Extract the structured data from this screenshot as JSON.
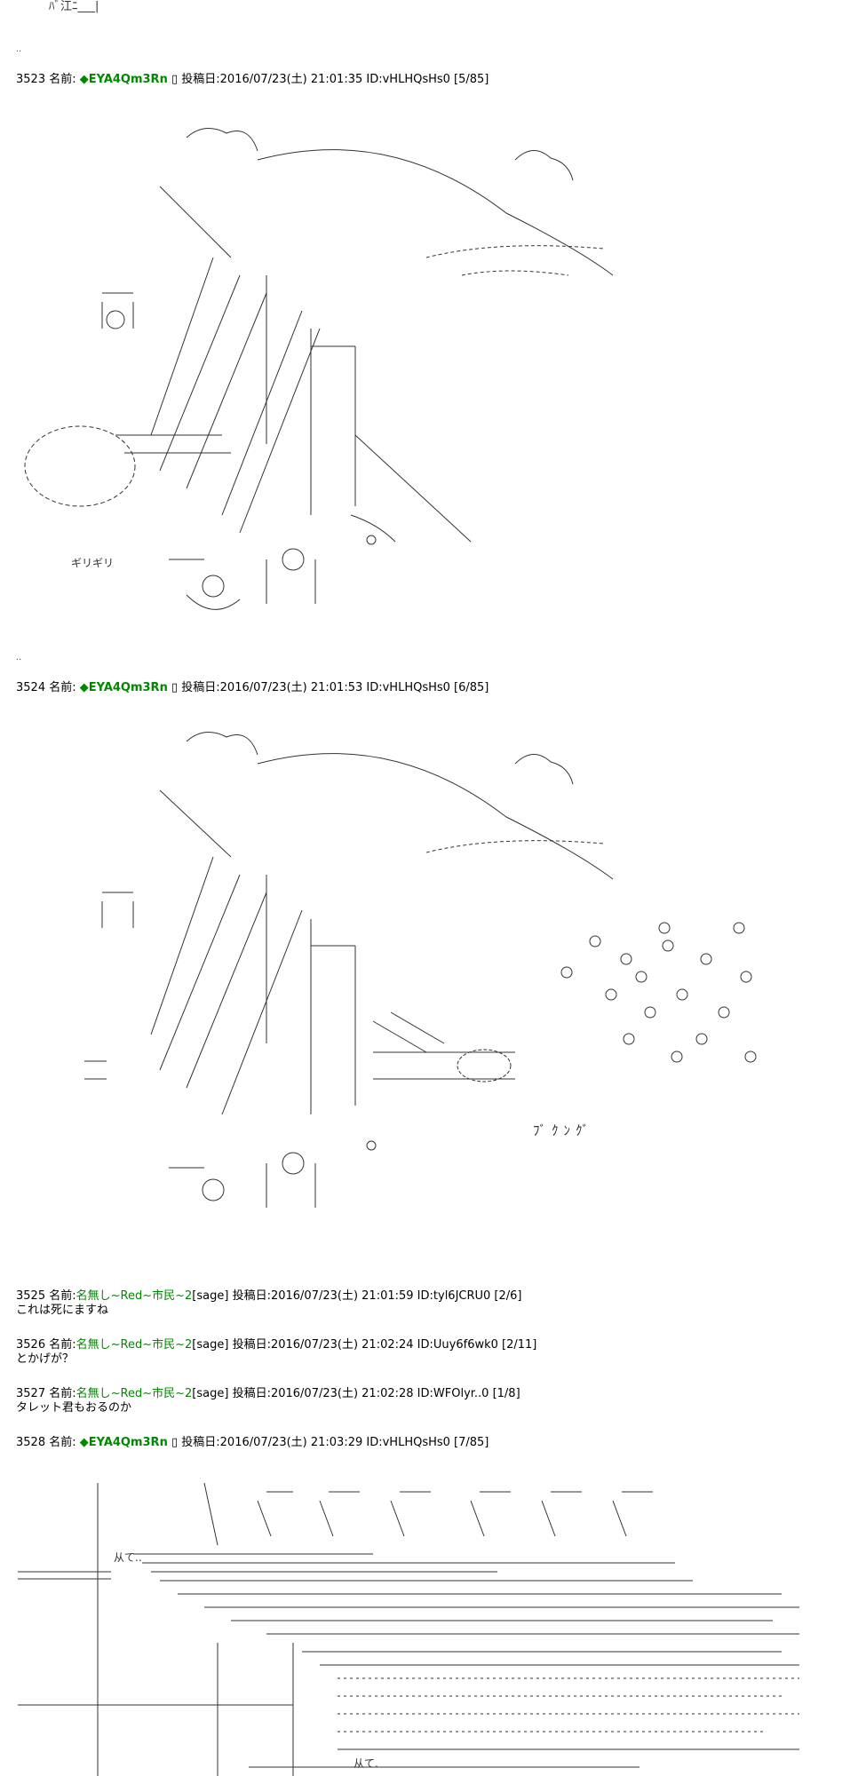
{
  "posts": [
    {
      "num": "3523",
      "label": "名前:",
      "author": "◆EYA4Qm3Rn",
      "mark": "▯",
      "posted_label": "投稿日:",
      "date": "2016/07/23(土) 21:01:35 ID:vHLHQsHs0 [5/85]"
    },
    {
      "num": "3524",
      "label": "名前:",
      "author": "◆EYA4Qm3Rn",
      "mark": "▯",
      "posted_label": "投稿日:",
      "date": "2016/07/23(土) 21:01:53 ID:vHLHQsHs0 [6/85]"
    },
    {
      "num": "3525",
      "label": "名前:",
      "author": "名無し~Red~市民~2",
      "sage": "[sage]",
      "posted_label": "投稿日:",
      "date": "2016/07/23(土) 21:01:59 ID:tyl6JCRU0 [2/6]",
      "body": "これは死にますね"
    },
    {
      "num": "3526",
      "label": "名前:",
      "author": "名無し~Red~市民~2",
      "sage": "[sage]",
      "posted_label": "投稿日:",
      "date": "2016/07/23(土) 21:02:24 ID:Uuy6f6wk0 [2/11]",
      "body": "とかげが？"
    },
    {
      "num": "3527",
      "label": "名前:",
      "author": "名無し~Red~市民~2",
      "sage": "[sage]",
      "posted_label": "投稿日:",
      "date": "2016/07/23(土) 21:02:28 ID:WFOlyr..0 [1/8]",
      "body": "タレット君もおるのか"
    },
    {
      "num": "3528",
      "label": "名前:",
      "author": "◆EYA4Qm3Rn",
      "mark": "▯",
      "posted_label": "投稿日:",
      "date": "2016/07/23(土) 21:03:29 ID:vHLHQsHs0 [7/85]"
    }
  ],
  "aa_text": {
    "girigiri": "ギリギリ",
    "gyun": "ﾌﾞｸﾝｸﾞ",
    "top_fragment": "ﾊﾞ江ﾆ___|",
    "mitte1": "从て..",
    "mitte2": "从て."
  }
}
